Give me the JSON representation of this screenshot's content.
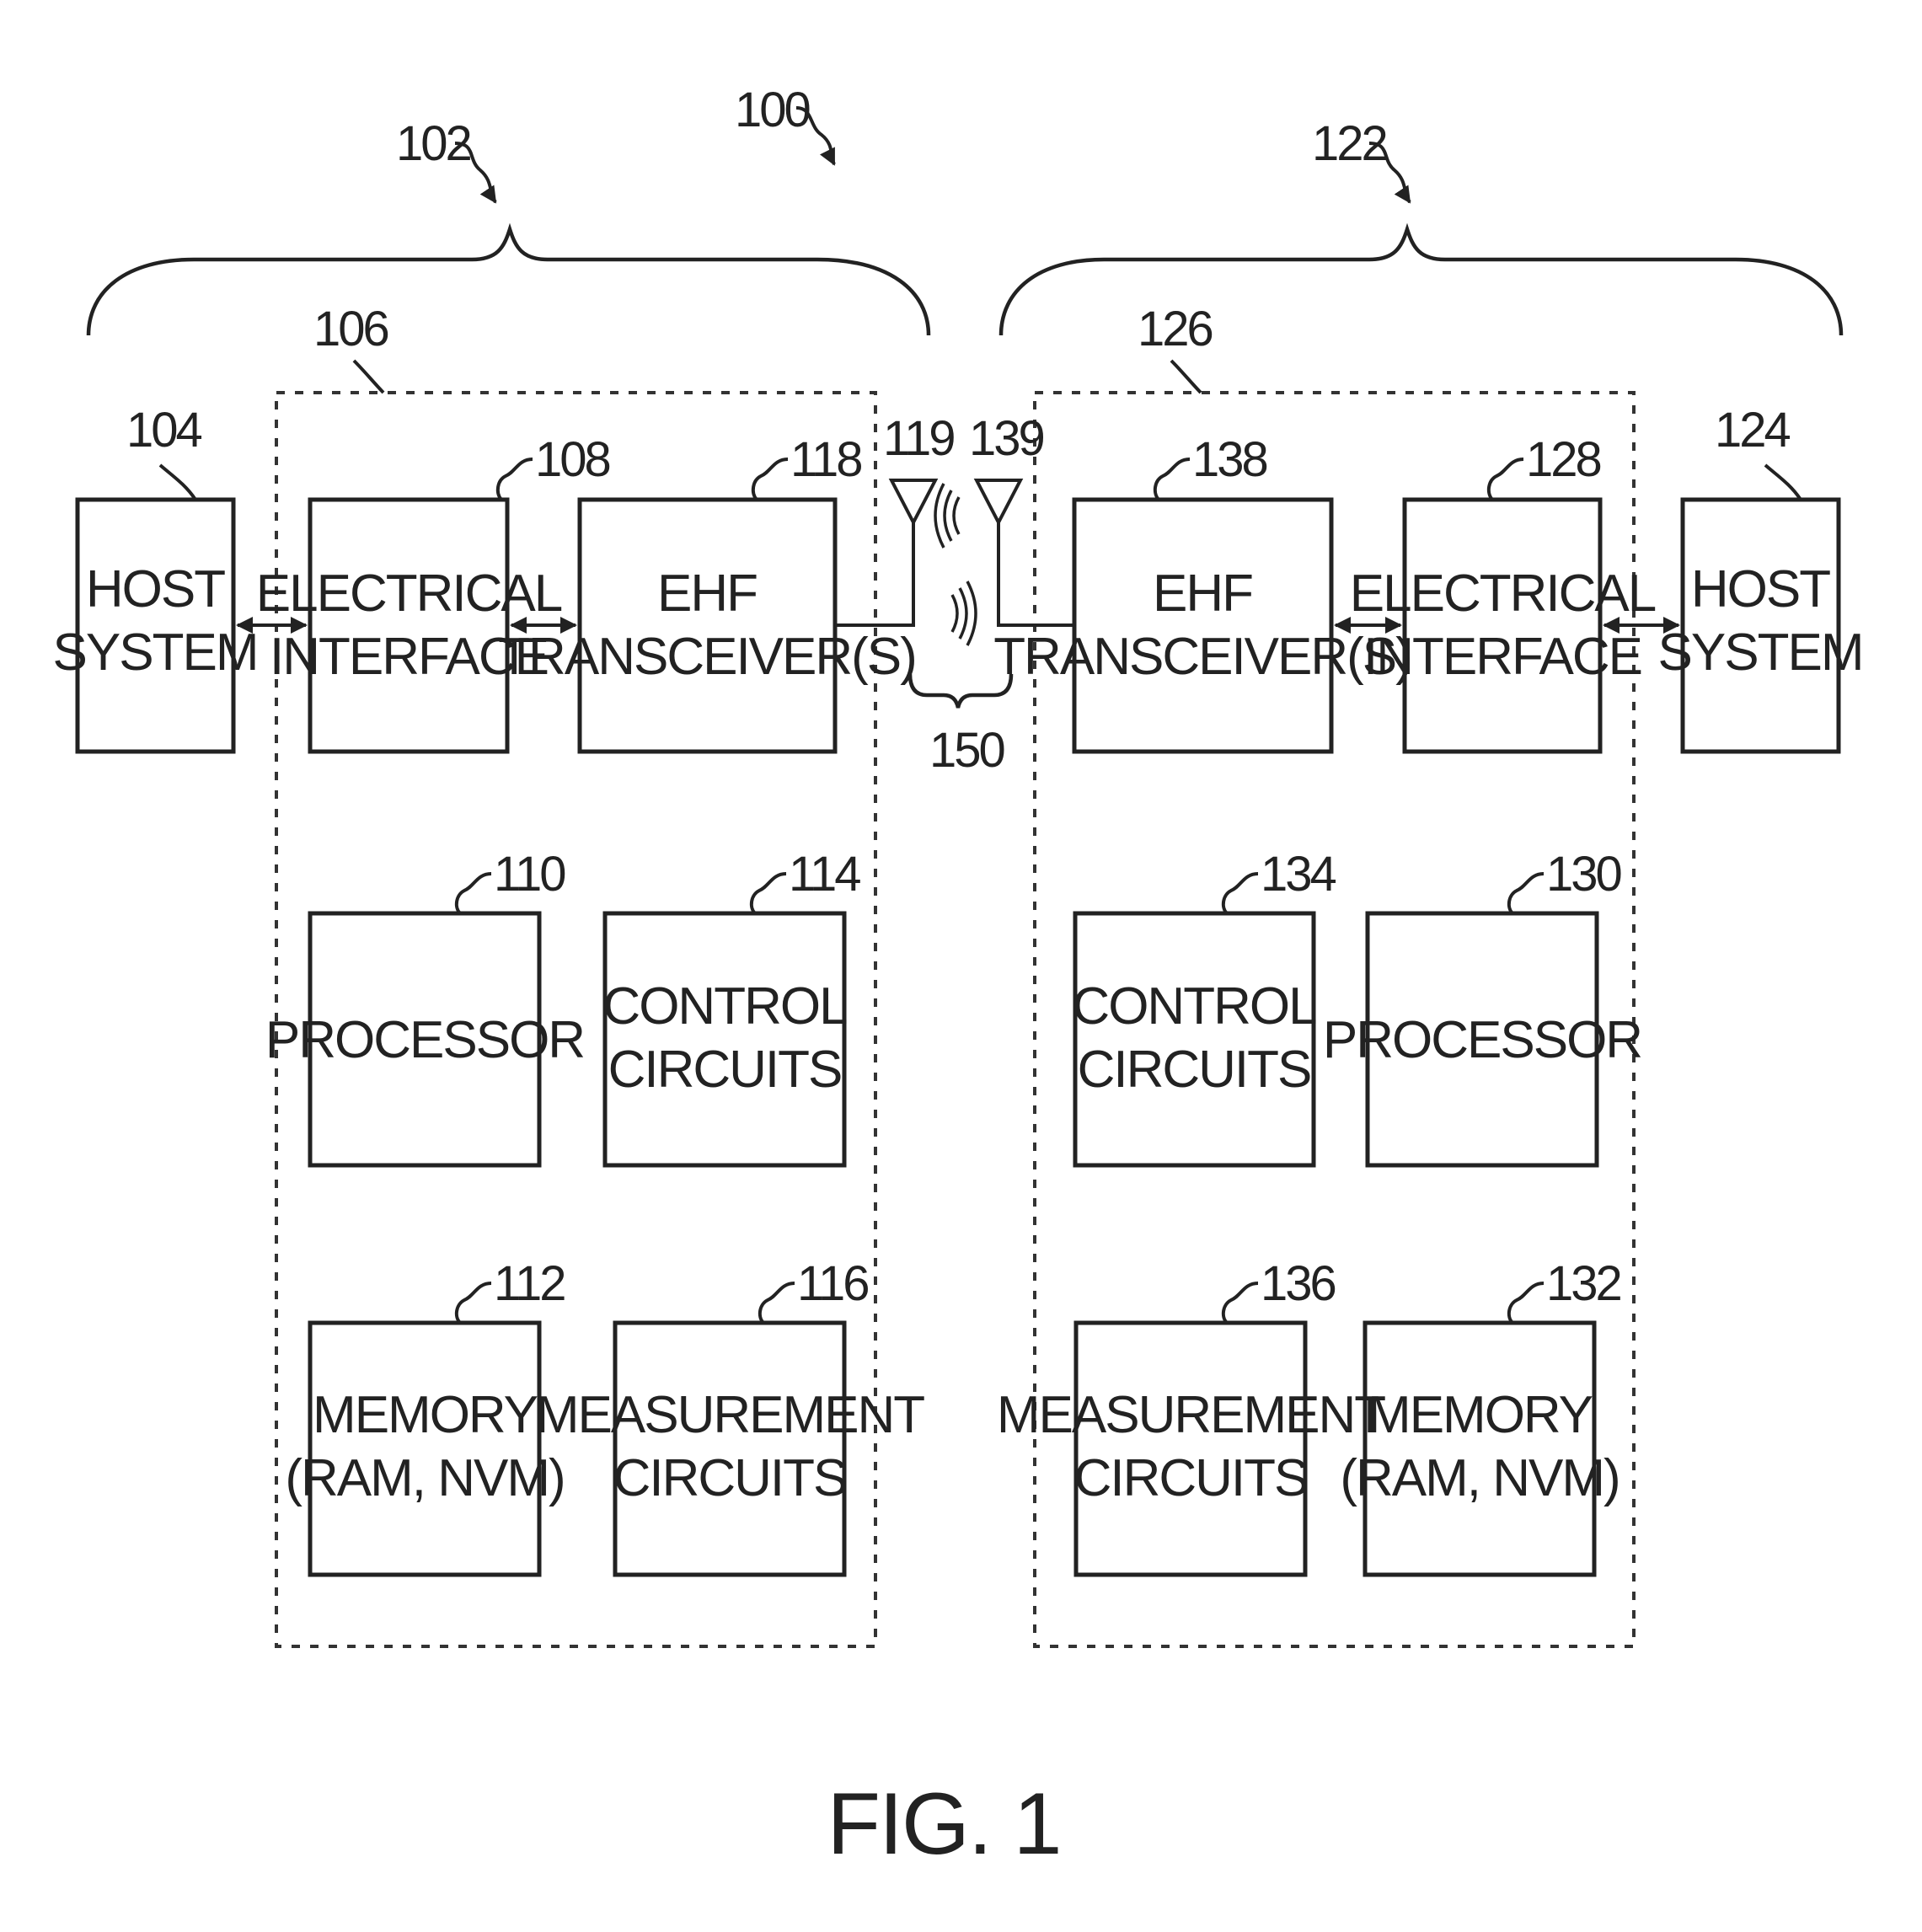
{
  "figure_label": "FIG. 1",
  "refs": {
    "system": "100",
    "device_left": "102",
    "device_right": "122",
    "module_left": "106",
    "module_right": "126",
    "host_left": "104",
    "host_right": "124",
    "elec_left": "108",
    "elec_right": "128",
    "ehf_left": "118",
    "ehf_right": "138",
    "antenna_left": "119",
    "antenna_right": "139",
    "link": "150",
    "proc_left": "110",
    "proc_right": "130",
    "ctrl_left": "114",
    "ctrl_right": "134",
    "mem_left": "112",
    "mem_right": "132",
    "meas_left": "116",
    "meas_right": "136"
  },
  "blocks": {
    "host_system": [
      "HOST",
      "SYSTEM"
    ],
    "electrical_interface": [
      "ELECTRICAL",
      "INTERFACE"
    ],
    "ehf_transceiver": [
      "EHF",
      "TRANSCEIVER(S)"
    ],
    "processor": [
      "PROCESSOR"
    ],
    "control_circuits": [
      "CONTROL",
      "CIRCUITS"
    ],
    "memory": [
      "MEMORY",
      "(RAM, NVM)"
    ],
    "measurement_circuits": [
      "MEASUREMENT",
      "CIRCUITS"
    ]
  }
}
